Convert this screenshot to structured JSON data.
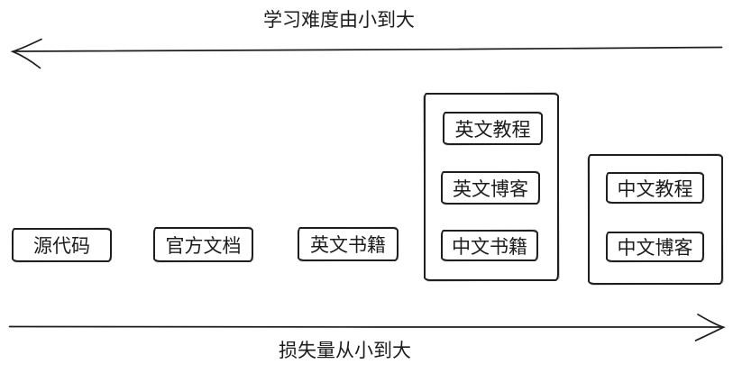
{
  "diagram": {
    "top_axis": {
      "label": "学习难度由小到大",
      "direction": "left"
    },
    "bottom_axis": {
      "label": "损失量从小到大",
      "direction": "right"
    },
    "standalone_boxes": [
      {
        "label": "源代码"
      },
      {
        "label": "官方文档"
      },
      {
        "label": "英文书籍"
      }
    ],
    "groups": [
      {
        "items": [
          {
            "label": "英文教程"
          },
          {
            "label": "英文博客"
          },
          {
            "label": "中文书籍"
          }
        ]
      },
      {
        "items": [
          {
            "label": "中文教程"
          },
          {
            "label": "中文博客"
          }
        ]
      }
    ],
    "colors": {
      "stroke": "#1e1e1e",
      "text": "#1c1c1c",
      "background": "#ffffff"
    }
  }
}
